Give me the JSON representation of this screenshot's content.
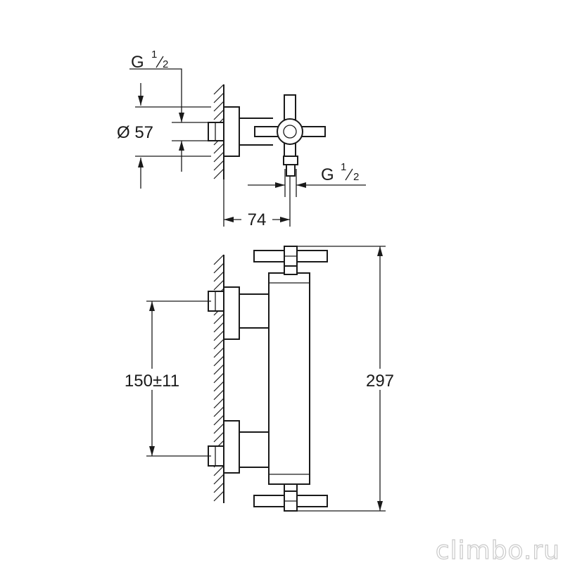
{
  "dimensions": {
    "g_top": {
      "main": "G",
      "sup": "1",
      "sub": "2"
    },
    "g_right": {
      "main": "G",
      "sup": "1",
      "sub": "2"
    },
    "diameter": "Ø 57",
    "depth": "74",
    "spacing": "150±11",
    "height": "297"
  },
  "watermark": "climbo.ru",
  "colors": {
    "line": "#1a1a1a",
    "watermark_stroke": "#c9c9c9"
  }
}
